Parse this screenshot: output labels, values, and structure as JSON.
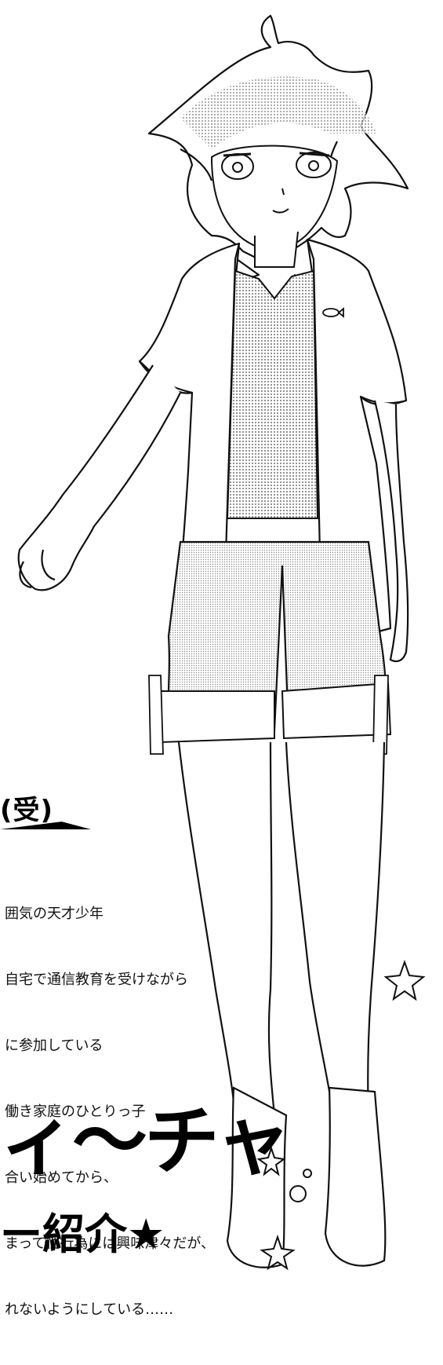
{
  "profile": {
    "heading": "(受)",
    "description_lines": [
      "囲気の天才少年",
      "自宅で通信教育を受けながら",
      "に参加している",
      "働き家庭のひとりっ子",
      "合い始めてから、",
      "まって性行為には興味津々だが、",
      "れないようにしている……"
    ]
  },
  "title": {
    "main": "ィ〜チャ",
    "sub": "ー紹介★"
  },
  "icons": {
    "fish_emblem": "fish-icon",
    "sparkles": "sparkle-icon"
  },
  "colors": {
    "ink": "#000000",
    "paper": "#ffffff",
    "tone": "#9a9a9a"
  }
}
